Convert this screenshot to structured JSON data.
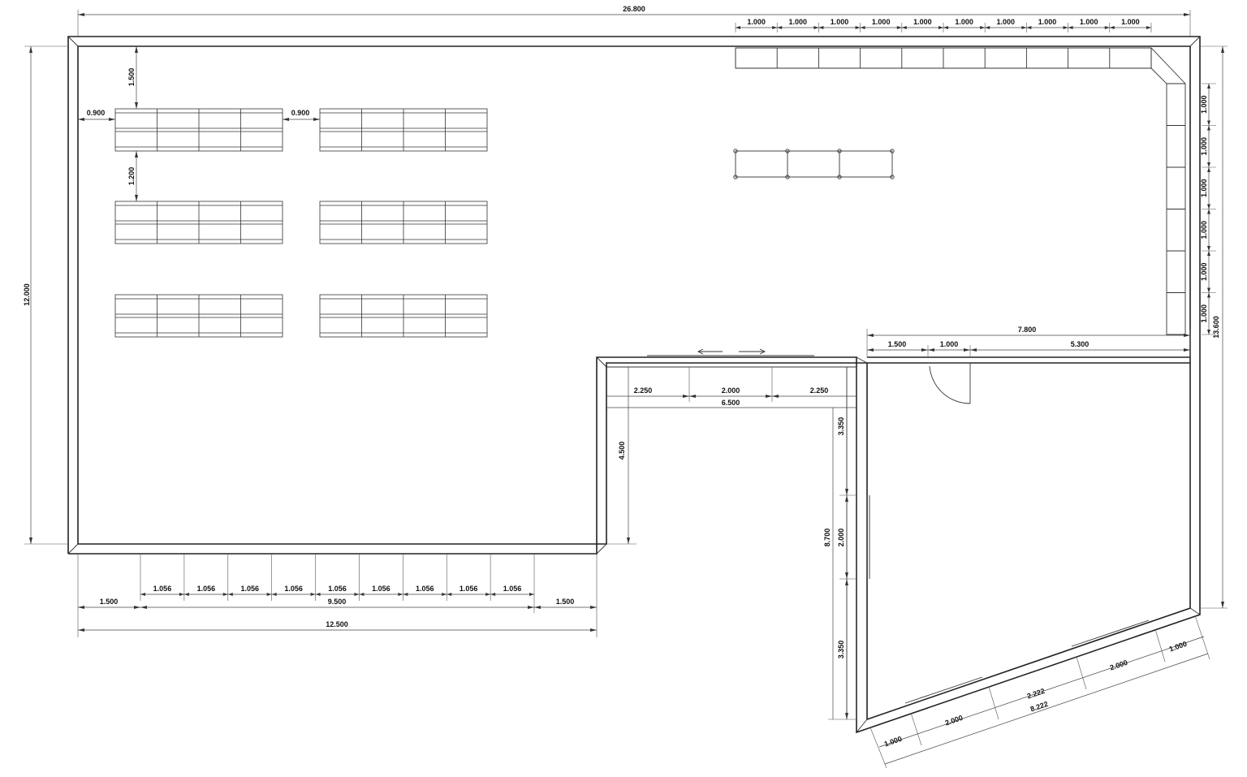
{
  "dimensions": {
    "overall_width": "26.800",
    "overall_height": "12.000",
    "right_height": "13.600",
    "top_modules": [
      "1.000",
      "1.000",
      "1.000",
      "1.000",
      "1.000",
      "1.000",
      "1.000",
      "1.000",
      "1.000",
      "1.000"
    ],
    "right_modules": [
      "1.000",
      "1.000",
      "1.000",
      "1.000",
      "1.000",
      "1.000"
    ],
    "shelf_gap_left": "0.900",
    "shelf_gap_mid": "0.900",
    "shelf_top": "1.500",
    "shelf_vertical": "1.200",
    "room_width": "7.800",
    "room_left": "1.500",
    "room_door": "1.000",
    "room_right": "5.300",
    "alcove_left": "2.250",
    "alcove_mid": "2.000",
    "alcove_right": "2.250",
    "alcove_total": "6.500",
    "alcove_depth": "4.500",
    "vert_upper": "3.350",
    "vert_opening": "2.000",
    "vert_total": "8.700",
    "vert_lower": "3.350",
    "bottom_modules": [
      "1.056",
      "1.056",
      "1.056",
      "1.056",
      "1.056",
      "1.056",
      "1.056",
      "1.056",
      "1.056"
    ],
    "bottom_left": "1.500",
    "bottom_mid": "9.500",
    "bottom_right": "1.500",
    "bottom_total": "12.500",
    "diag_a": "1.000",
    "diag_b": "2.000",
    "diag_c": "2.222",
    "diag_total": "8.222",
    "diag_d": "2.000",
    "diag_e": "1.000"
  }
}
